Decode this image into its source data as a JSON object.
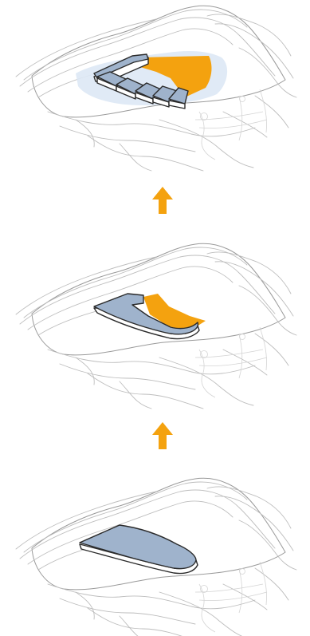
{
  "colors": {
    "building_fill": "#9fb3cc",
    "building_side": "#ffffff",
    "building_outline": "#2a2a2a",
    "accent_orange": "#f4a20f",
    "site_halo": "#dde8f5",
    "topo_lines": "#bdbdbd",
    "background": "#ffffff"
  },
  "stages": [
    {
      "id": "stage-3",
      "description_icon": "terraced-buildings-with-courtyard",
      "building_blocks": 5,
      "has_orange_courtyard": true
    },
    {
      "id": "stage-2",
      "description_icon": "notched-slab-with-courtyard",
      "building_blocks": 1,
      "has_orange_courtyard": true
    },
    {
      "id": "stage-1",
      "description_icon": "single-slab-massing",
      "building_blocks": 1,
      "has_orange_courtyard": false
    }
  ],
  "arrows": [
    {
      "direction": "up",
      "icon": "arrow-up-icon"
    },
    {
      "direction": "up",
      "icon": "arrow-up-icon"
    }
  ]
}
